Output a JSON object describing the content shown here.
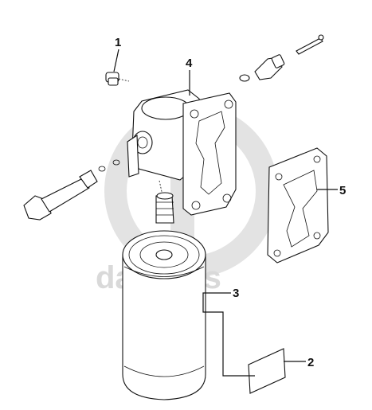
{
  "watermark": {
    "text": "dafparts",
    "color": "#d9d9d9"
  },
  "callouts": [
    {
      "id": "1",
      "label": "1"
    },
    {
      "id": "2",
      "label": "2"
    },
    {
      "id": "3",
      "label": "3"
    },
    {
      "id": "4",
      "label": "4"
    },
    {
      "id": "5",
      "label": "5"
    }
  ]
}
